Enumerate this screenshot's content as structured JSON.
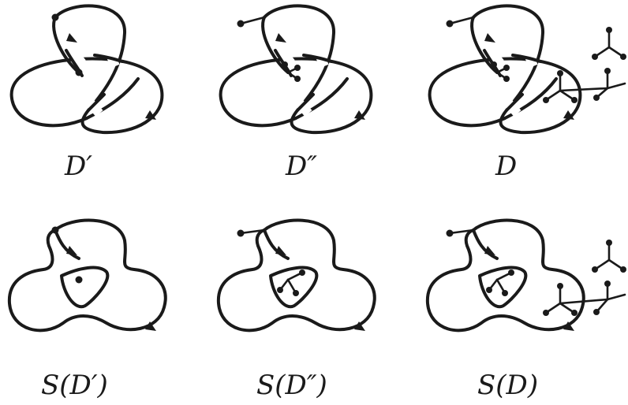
{
  "figure": {
    "captions": {
      "top_left": "D′",
      "top_middle": "D″",
      "top_right": "D",
      "bottom_left": "S(D′)",
      "bottom_middle": "S(D″)",
      "bottom_right": "S(D)"
    },
    "ink_color": "#1a1a1a",
    "background_color": "#ffffff"
  }
}
